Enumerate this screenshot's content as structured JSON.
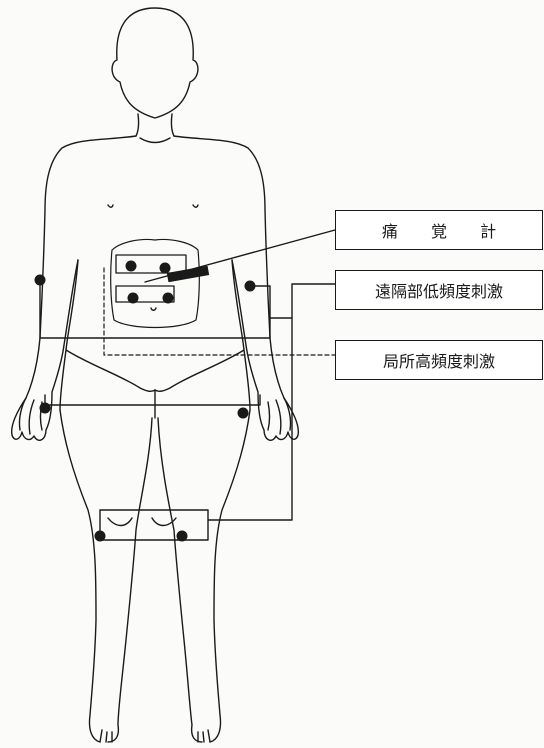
{
  "labels": {
    "pain_meter": "痛 覚 計",
    "remote_low_freq": "遠隔部低頻度刺激",
    "local_high_freq": "局所高頻度刺激"
  },
  "colors": {
    "line": "#1a1a1a",
    "electrode": "#1a1a1a",
    "background": "#fbfbfa"
  }
}
